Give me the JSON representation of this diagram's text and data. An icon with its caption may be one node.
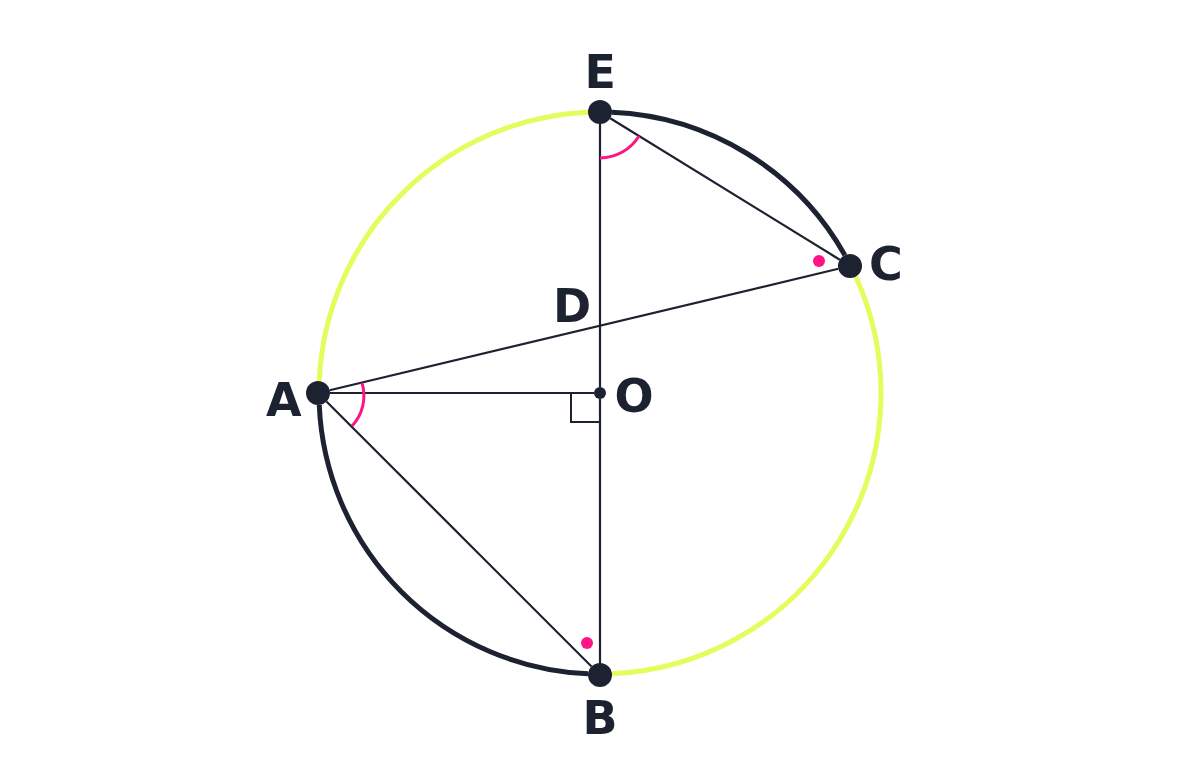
{
  "diagram": {
    "nodes": [
      {
        "text": [],
        "shape": "circle",
        "beside": [
          "E"
        ]
      },
      {
        "text": [],
        "shape": "circle",
        "beside": [
          "C"
        ]
      },
      {
        "text": [],
        "shape": "circle",
        "beside": [
          "A"
        ]
      },
      {
        "text": [],
        "shape": "circle",
        "beside": [
          "O"
        ]
      },
      {
        "text": [],
        "shape": "circle",
        "beside": [
          "B"
        ]
      }
    ],
    "edges": [
      {
        "from": 0,
        "to": 3,
        "arrow": "none"
      },
      {
        "from": 3,
        "to": 4,
        "arrow": "none"
      },
      {
        "from": 2,
        "to": 3,
        "arrow": "none"
      },
      {
        "from": 2,
        "to": 1,
        "arrow": "none"
      },
      {
        "from": 2,
        "to": 4,
        "arrow": "none"
      },
      {
        "from": 0,
        "to": 1,
        "arrow": "none"
      },
      {
        "from": 0,
        "to": 2,
        "arrow": "none",
        "style": "thick",
        "color": "#e6fb5c"
      },
      {
        "from": 2,
        "to": 4,
        "arrow": "none",
        "style": "thick"
      },
      {
        "from": 4,
        "to": 1,
        "arrow": "none",
        "style": "thick",
        "color": "#e6fb5c"
      },
      {
        "from": 1,
        "to": 0,
        "arrow": "none",
        "style": "thick"
      }
    ],
    "labels": [
      "D"
    ]
  }
}
